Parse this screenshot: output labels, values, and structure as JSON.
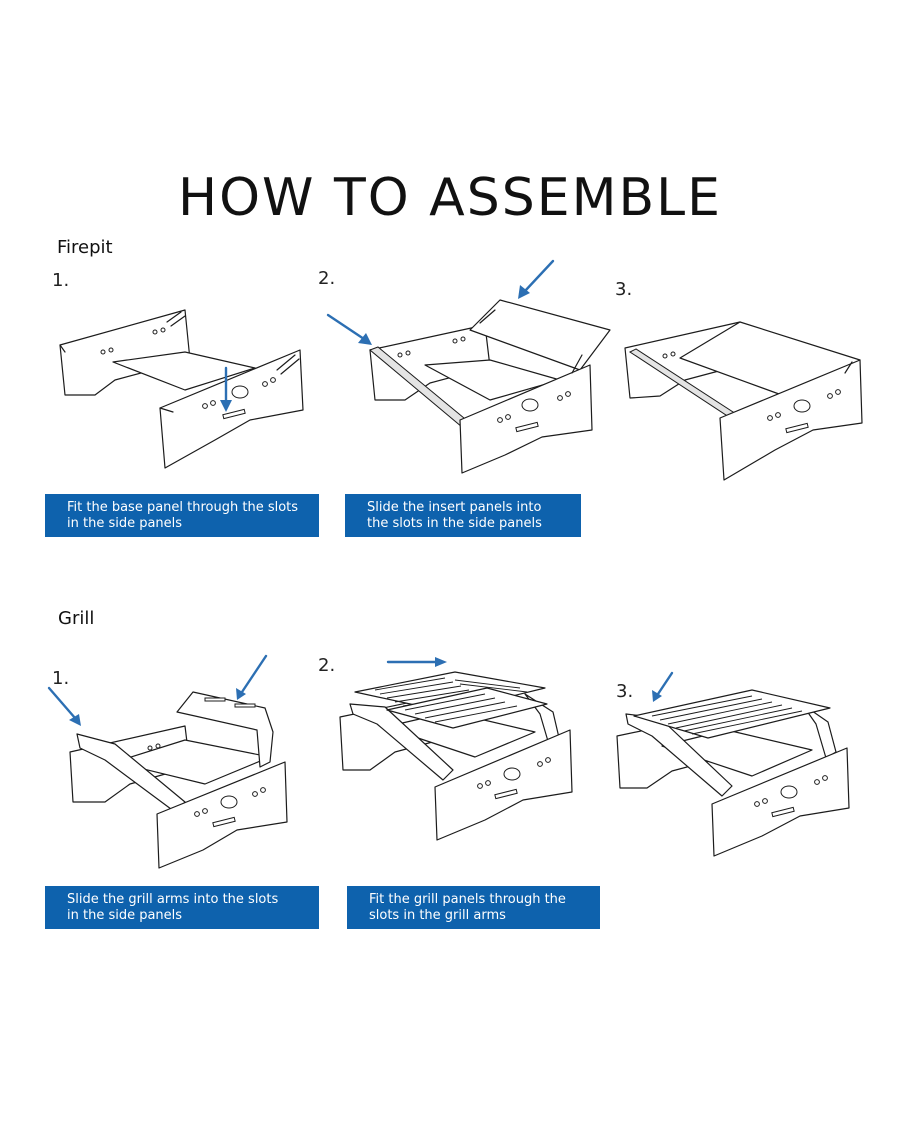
{
  "title": "HOW TO ASSEMBLE",
  "firepit": {
    "heading": "Firepit",
    "steps": [
      {
        "number": "1.",
        "caption_line1": "Fit the base panel through the slots",
        "caption_line2": "in the side panels"
      },
      {
        "number": "2.",
        "caption_line1": "Slide the insert panels into",
        "caption_line2": "the slots in the side panels"
      },
      {
        "number": "3."
      }
    ]
  },
  "grill": {
    "heading": "Grill",
    "steps": [
      {
        "number": "1.",
        "caption_line1": "Slide the grill arms into the slots",
        "caption_line2": "in the side panels"
      },
      {
        "number": "2.",
        "caption_line1": "Fit the grill panels through the",
        "caption_line2": "slots in the grill arms"
      },
      {
        "number": "3."
      }
    ]
  },
  "colors": {
    "accent": "#0e62ad",
    "arrow": "#2c6fb3"
  }
}
